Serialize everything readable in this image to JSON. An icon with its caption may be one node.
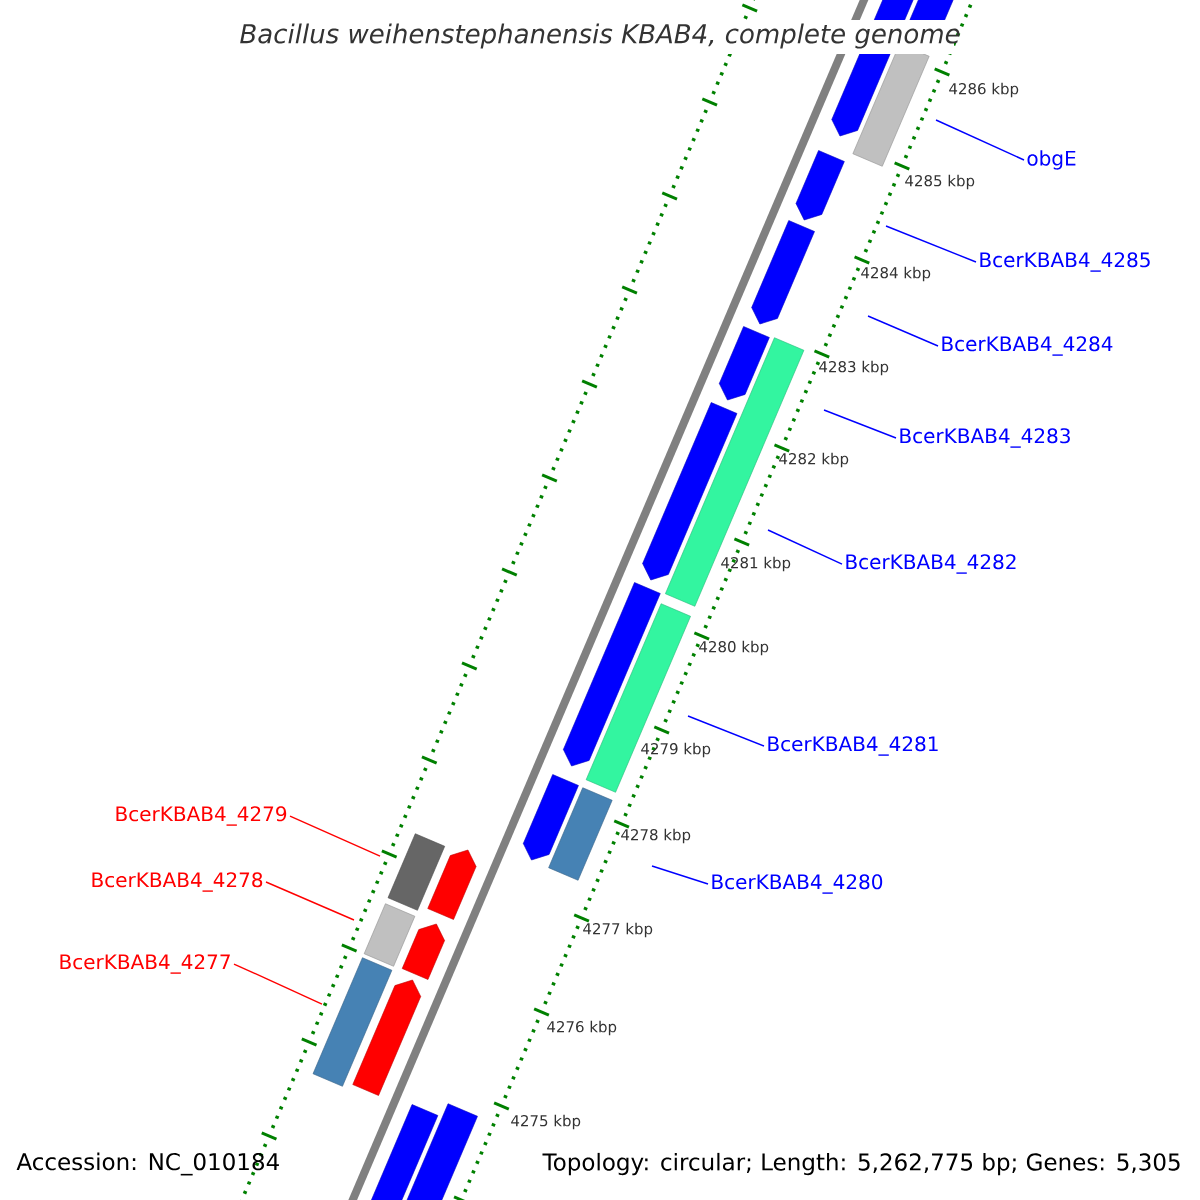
{
  "diagram": {
    "title": "Bacillus weihenstephanensis KBAB4, complete genome",
    "nodes": [
      {
        "text": [
          "obgE"
        ]
      },
      {
        "text": [
          "BcerKBAB4_4285"
        ]
      },
      {
        "text": [
          "BcerKBAB4_4284"
        ]
      },
      {
        "text": [
          "BcerKBAB4_4283"
        ]
      },
      {
        "text": [
          "BcerKBAB4_4282"
        ]
      },
      {
        "text": [
          "BcerKBAB4_4281"
        ]
      },
      {
        "text": [
          "BcerKBAB4_4279"
        ]
      },
      {
        "text": [
          "BcerKBAB4_4278"
        ]
      },
      {
        "text": [
          "BcerKBAB4_4280"
        ]
      },
      {
        "text": [
          "BcerKBAB4_4277"
        ]
      }
    ],
    "edges": [
      {
        "from": 0,
        "to": null,
        "arrow": "none"
      },
      {
        "from": 1,
        "to": null,
        "arrow": "none"
      },
      {
        "from": 2,
        "to": null,
        "arrow": "none"
      },
      {
        "from": 3,
        "to": null,
        "arrow": "none"
      },
      {
        "from": 4,
        "to": null,
        "arrow": "none"
      },
      {
        "from": 5,
        "to": null,
        "arrow": "none"
      },
      {
        "from": 6,
        "to": null,
        "arrow": "none",
        "color": "#ff0000"
      },
      {
        "from": 7,
        "to": null,
        "arrow": "none",
        "color": "#ff0000"
      },
      {
        "from": 8,
        "to": null,
        "arrow": "none"
      },
      {
        "from": 9,
        "to": null,
        "arrow": "none",
        "color": "#ff0000"
      }
    ],
    "labels": [
      "4286 kbp",
      "4285 kbp",
      "4284 kbp",
      "4283 kbp",
      "4282 kbp",
      "4281 kbp",
      "4280 kbp",
      "4279 kbp",
      "4278 kbp",
      "4277 kbp",
      "4276 kbp",
      "4275 kbp",
      "Accession: NC_010184",
      "Topology: circular; Length: 5,262,775 bp; Genes: 5,305"
    ]
  }
}
